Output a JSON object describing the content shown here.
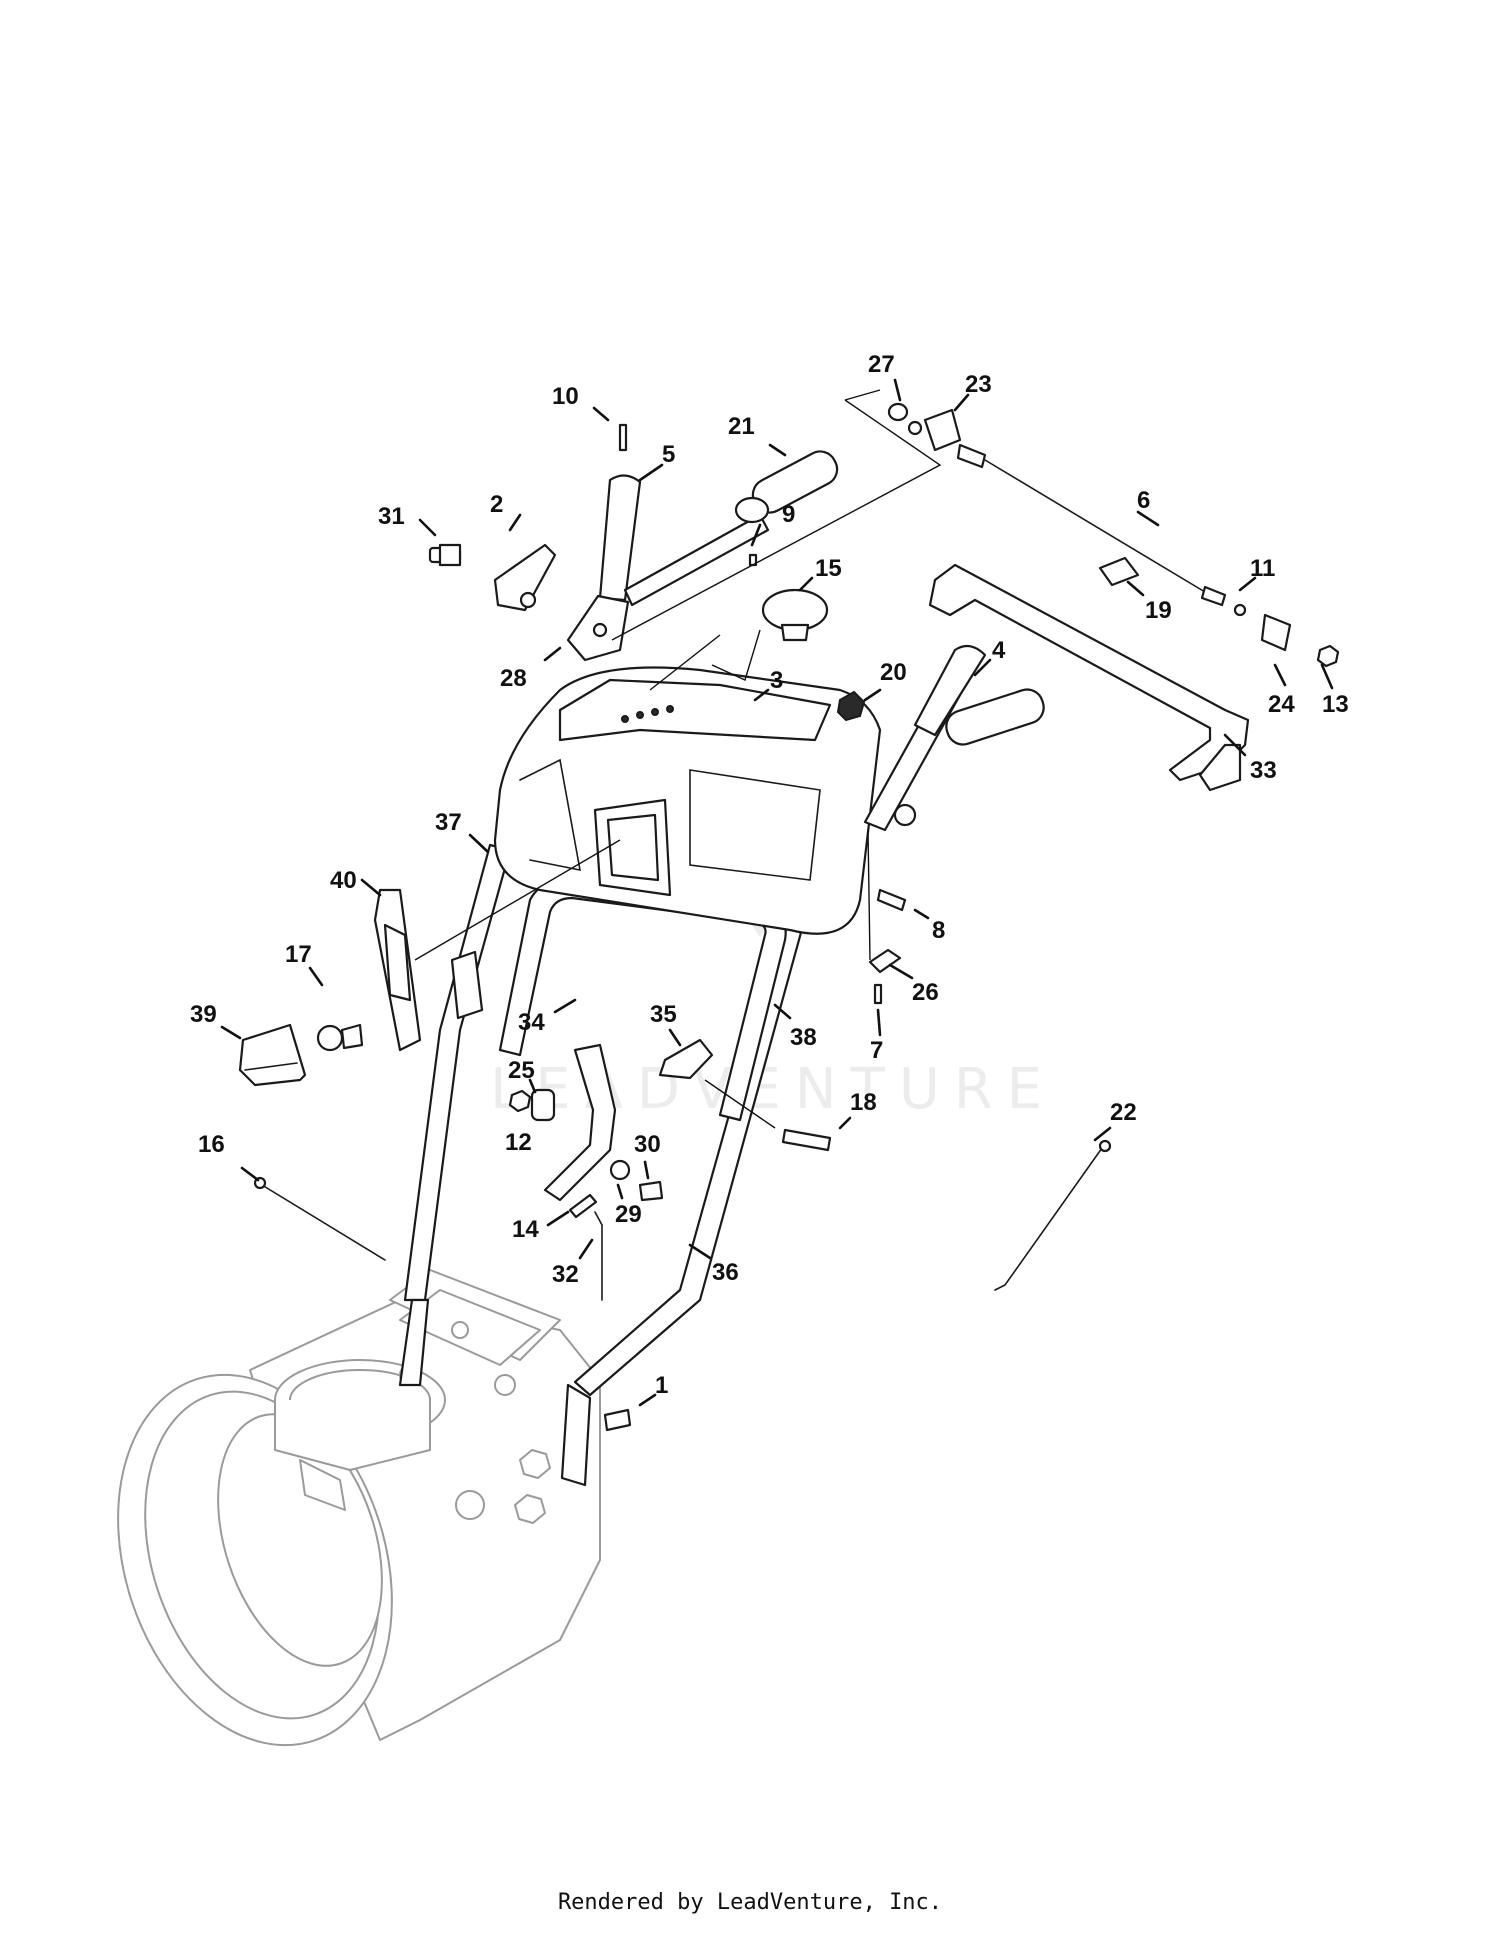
{
  "watermark": "LEADVENTURE",
  "credit": "Rendered by LeadVenture, Inc.",
  "callouts": [
    {
      "label": "1"
    },
    {
      "label": "2"
    },
    {
      "label": "3"
    },
    {
      "label": "4"
    },
    {
      "label": "5"
    },
    {
      "label": "6"
    },
    {
      "label": "7"
    },
    {
      "label": "8"
    },
    {
      "label": "9"
    },
    {
      "label": "10"
    },
    {
      "label": "11"
    },
    {
      "label": "12"
    },
    {
      "label": "13"
    },
    {
      "label": "14"
    },
    {
      "label": "15"
    },
    {
      "label": "16"
    },
    {
      "label": "17"
    },
    {
      "label": "18"
    },
    {
      "label": "19"
    },
    {
      "label": "20"
    },
    {
      "label": "21"
    },
    {
      "label": "22"
    },
    {
      "label": "23"
    },
    {
      "label": "24"
    },
    {
      "label": "25"
    },
    {
      "label": "26"
    },
    {
      "label": "27"
    },
    {
      "label": "28"
    },
    {
      "label": "29"
    },
    {
      "label": "30"
    },
    {
      "label": "31"
    },
    {
      "label": "32"
    },
    {
      "label": "33"
    },
    {
      "label": "34"
    },
    {
      "label": "35"
    },
    {
      "label": "36"
    },
    {
      "label": "37"
    },
    {
      "label": "38"
    },
    {
      "label": "39"
    },
    {
      "label": "40"
    }
  ]
}
